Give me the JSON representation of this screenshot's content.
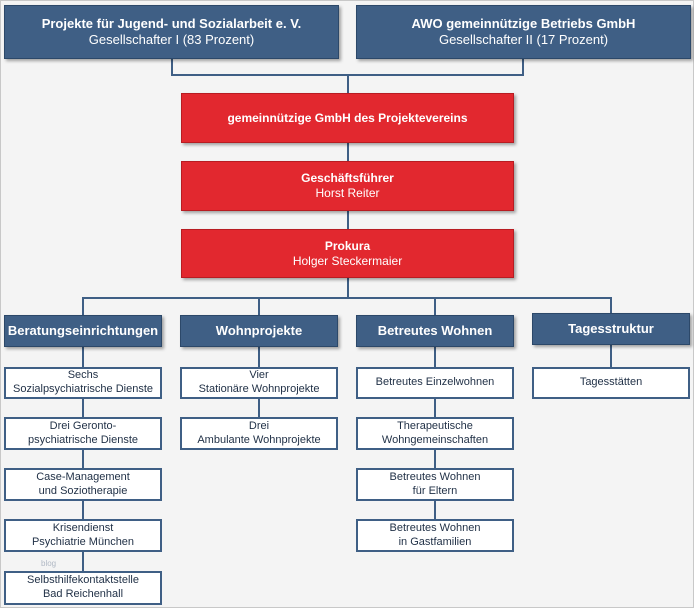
{
  "shareholders": [
    {
      "name": "Projekte für Jugend- und Sozialarbeit e. V.",
      "share": "Gesellschafter I (83 Prozent)"
    },
    {
      "name": "AWO gemeinnützige Betriebs GmbH",
      "share": "Gesellschafter II (17 Prozent)"
    }
  ],
  "company": "gemeinnützige GmbH des Projektevereins",
  "managing_director": {
    "title": "Geschäftsführer",
    "name": "Horst Reiter"
  },
  "procuration": {
    "title": "Prokura",
    "name": "Holger Steckermaier"
  },
  "departments": [
    {
      "name": "Beratungseinrichtungen",
      "units": [
        {
          "line1": "Sechs",
          "line2": "Sozialpsychiatrische Dienste"
        },
        {
          "line1": "Drei Geronto-",
          "line2": "psychiatrische Dienste"
        },
        {
          "line1": "Case-Management",
          "line2": "und Soziotherapie"
        },
        {
          "line1": "Krisendienst",
          "line2": "Psychiatrie München"
        },
        {
          "line1": "Selbsthilfekontaktstelle",
          "line2": "Bad Reichenhall"
        }
      ]
    },
    {
      "name": "Wohnprojekte",
      "units": [
        {
          "line1": "Vier",
          "line2": "Stationäre Wohnprojekte"
        },
        {
          "line1": "Drei",
          "line2": "Ambulante Wohnprojekte"
        }
      ]
    },
    {
      "name": "Betreutes Wohnen",
      "units": [
        {
          "line1": "Betreutes Einzelwohnen",
          "line2": ""
        },
        {
          "line1": "Therapeutische",
          "line2": "Wohngemeinschaften"
        },
        {
          "line1": "Betreutes Wohnen",
          "line2": "für Eltern"
        },
        {
          "line1": "Betreutes Wohnen",
          "line2": "in Gastfamilien"
        }
      ]
    },
    {
      "name": "Tagesstruktur",
      "units": [
        {
          "line1": "Tagesstätten",
          "line2": ""
        }
      ]
    }
  ],
  "watermark": "blog"
}
